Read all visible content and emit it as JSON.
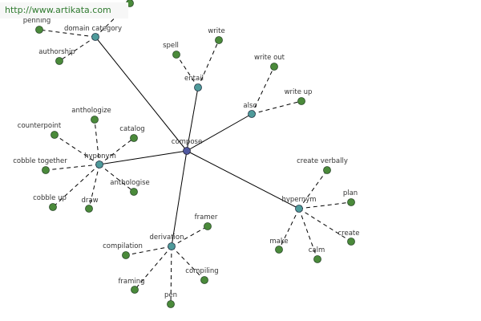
{
  "watermark": "http://www.artikata.com",
  "colors": {
    "root": "#5058a0",
    "relation": "#4e9a9a",
    "leaf": "#4a8a3a",
    "edge": "#000000"
  },
  "graph": {
    "root": "compose",
    "relations": [
      {
        "label": "domain category",
        "leaves": [
          "penning",
          "authorship",
          ""
        ]
      },
      {
        "label": "entail",
        "leaves": [
          "spell",
          "write"
        ]
      },
      {
        "label": "also",
        "leaves": [
          "write out",
          "write up"
        ]
      },
      {
        "label": "hyponym",
        "leaves": [
          "anthologize",
          "counterpoint",
          "catalog",
          "cobble together",
          "anthologise",
          "cobble up",
          "draw"
        ]
      },
      {
        "label": "hypernym",
        "leaves": [
          "create verbally",
          "plan",
          "create",
          "make",
          "calm"
        ]
      },
      {
        "label": "derivation",
        "leaves": [
          "framer",
          "compilation",
          "compiling",
          "framing",
          "pen"
        ]
      }
    ]
  }
}
